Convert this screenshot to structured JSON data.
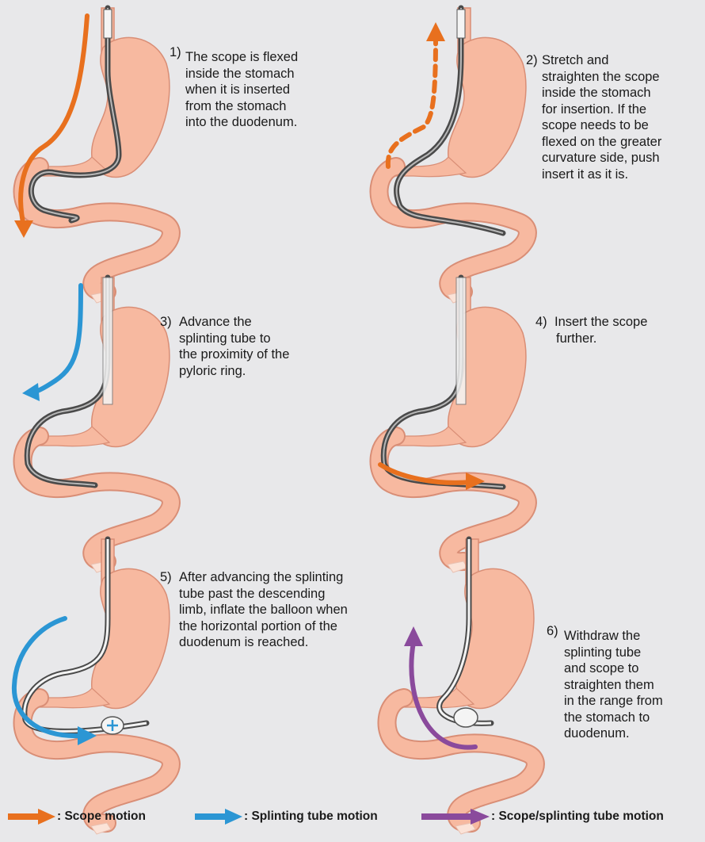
{
  "steps": [
    {
      "number": "1)",
      "lines": [
        "The scope is flexed",
        "inside the stomach",
        "when it is inserted",
        "from the stomach",
        "into the duodenum."
      ]
    },
    {
      "number": "2)",
      "lines": [
        "Stretch and",
        "straighten the scope",
        "inside the stomach",
        "for insertion. If the",
        "scope needs to be",
        "flexed on the greater",
        "curvature side, push",
        "insert it as it is."
      ]
    },
    {
      "number": "3)",
      "lines": [
        "Advance the",
        "splinting tube to",
        "the proximity of the",
        "pyloric ring."
      ]
    },
    {
      "number": "4)",
      "lines": [
        "Insert the scope",
        "further."
      ]
    },
    {
      "number": "5)",
      "lines": [
        "After advancing the splinting",
        "tube past the descending",
        "limb, inflate the balloon when",
        "the horizontal portion of the",
        "duodenum is reached."
      ]
    },
    {
      "number": "6)",
      "lines": [
        "Withdraw the",
        "splinting tube",
        "and scope to",
        "straighten them",
        "in the range from",
        "the stomach to",
        "duodenum."
      ]
    }
  ],
  "legend": [
    {
      "label": ": Scope motion",
      "color": "#e8701e",
      "icon": "orange-arrow-icon"
    },
    {
      "label": ": Splinting tube motion",
      "color": "#2b96d4",
      "icon": "blue-arrow-icon"
    },
    {
      "label": ": Scope/splinting tube motion",
      "color": "#8a4a9c",
      "icon": "purple-arrow-icon"
    }
  ],
  "colors": {
    "background": "#e8e8ea",
    "stomach": "#f7b9a0",
    "stomach_outline": "#d98e76",
    "scope": "#4a4a4a",
    "splinting_tube": "#f4f4f4",
    "scope_motion": "#e8701e",
    "splinting_motion": "#2b96d4",
    "combined_motion": "#8a4a9c"
  }
}
